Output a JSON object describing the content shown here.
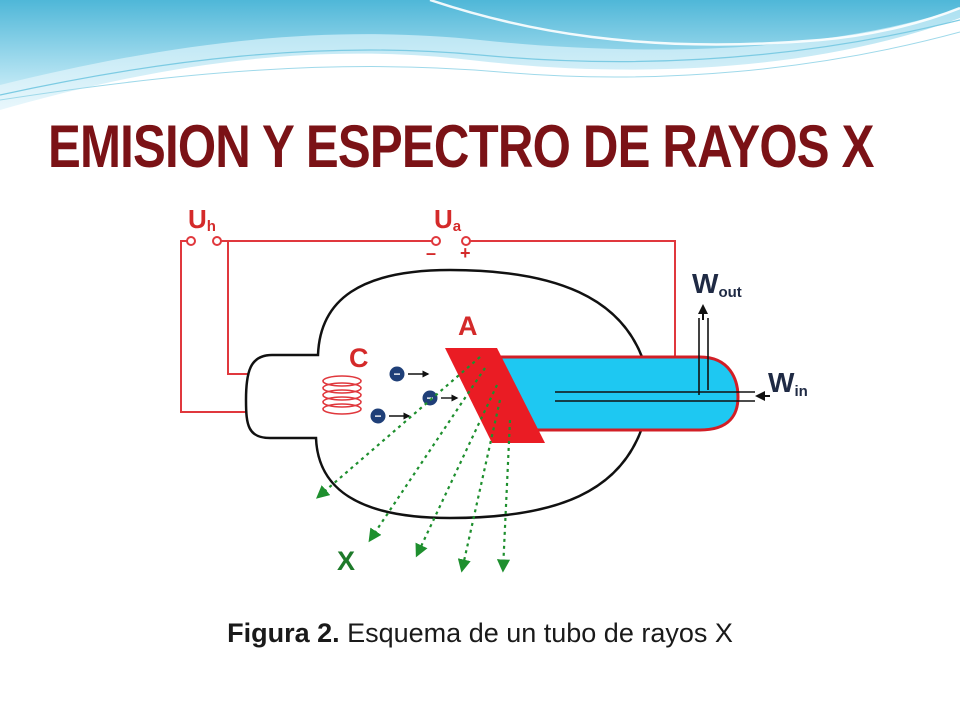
{
  "slide": {
    "title": "EMISION Y ESPECTRO DE RAYOS X",
    "caption": {
      "label": "Figura 2.",
      "text": " Esquema de un tubo de rayos X"
    }
  },
  "diagram": {
    "heater_voltage": {
      "main": "U",
      "sub": "h"
    },
    "anode_voltage": {
      "main": "U",
      "sub": "a",
      "minus": "–",
      "plus": "+"
    },
    "cathode_label": "C",
    "anode_label": "A",
    "xray_label": "X",
    "water_out": {
      "main": "W",
      "sub": "out"
    },
    "water_in": {
      "main": "W",
      "sub": "in"
    },
    "electron_sign": "−"
  },
  "colors": {
    "title": "#7b1216",
    "circuit": "#e0383d",
    "anode": "#ea1c24",
    "coolant": "#1ec8f2",
    "rays": "#1e8f2e",
    "electron": "#1f3f78"
  }
}
